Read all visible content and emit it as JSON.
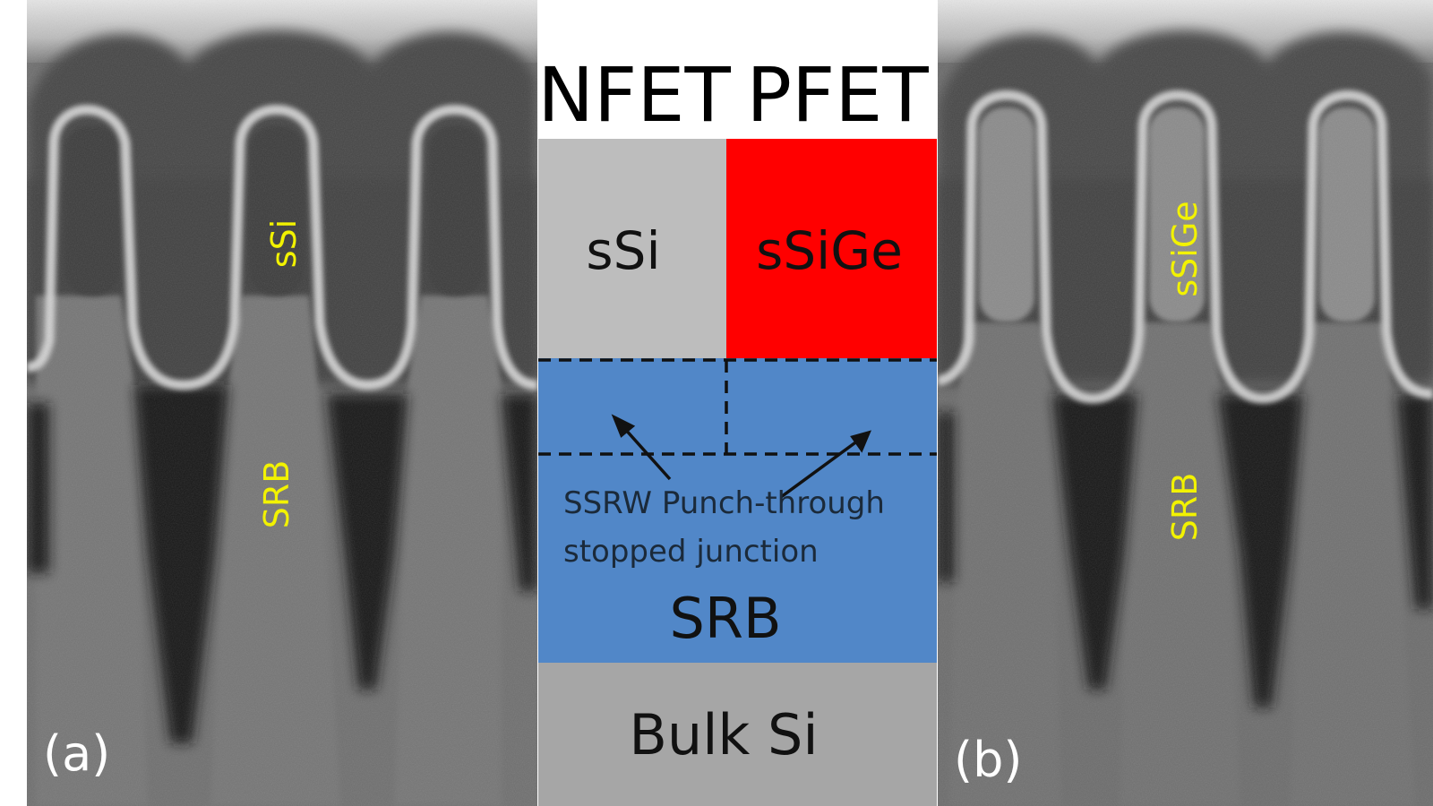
{
  "left_panel": {
    "panel_label": "(a)",
    "top_label": "sSi",
    "bottom_label": "SRB"
  },
  "right_panel": {
    "panel_label": "(b)",
    "top_label": "sSiGe",
    "bottom_label": "SRB"
  },
  "schematic": {
    "nfet_header": "NFET",
    "pfet_header": "PFET",
    "nfet_channel": "sSi",
    "pfet_channel": "sSiGe",
    "annotation_line1": "SSRW Punch-through",
    "annotation_line2": "stopped junction",
    "srb_label": "SRB",
    "substrate_label": "Bulk Si"
  },
  "colors": {
    "sem_label": "#f2f200",
    "nfet_channel": "#bdbdbd",
    "pfet_channel": "#ff0000",
    "srb": "#5187c8",
    "substrate": "#a6a6a6"
  }
}
